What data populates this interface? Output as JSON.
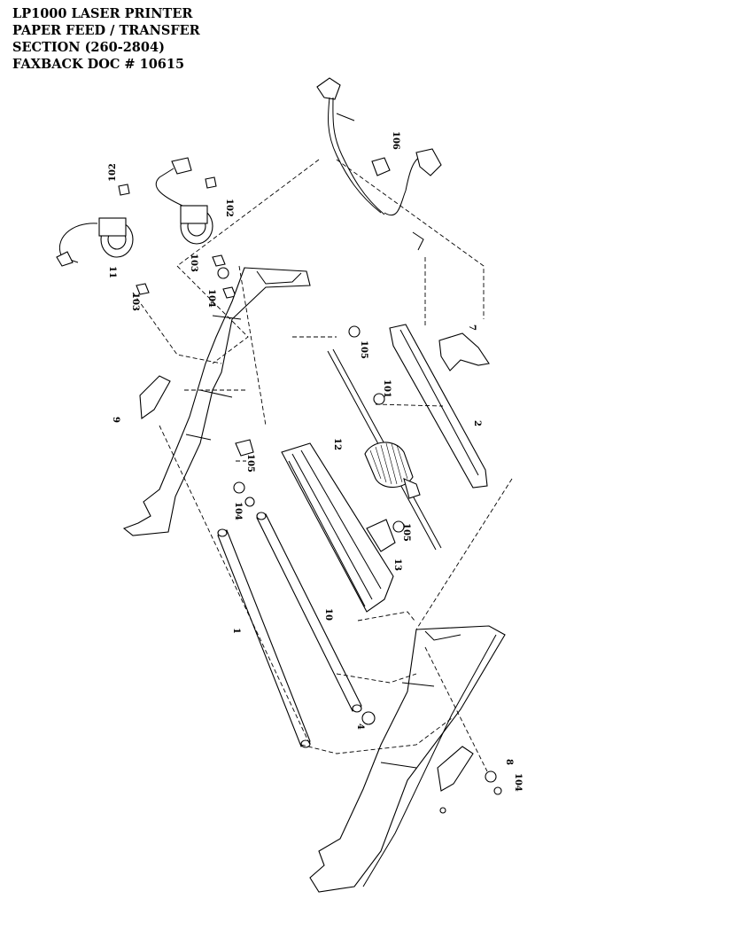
{
  "header": {
    "line1": "LP1000 LASER PRINTER",
    "line2": "PAPER FEED / TRANSFER",
    "line3": "SECTION  (260-2804)",
    "line4": "FAXBACK DOC # 10615"
  },
  "callouts": {
    "c102a": "102",
    "c102b": "102",
    "c11": "11",
    "c103a": "103",
    "c103b": "103",
    "c104a": "104",
    "c104b": "104",
    "c104c": "104",
    "c106": "106",
    "c105a": "105",
    "c105b": "105",
    "c105c": "105",
    "c101": "101",
    "c7": "7",
    "c2": "2",
    "c12": "12",
    "c9": "9",
    "c13": "13",
    "c10": "10",
    "c1": "1",
    "c8": "8",
    "c4": "4"
  }
}
